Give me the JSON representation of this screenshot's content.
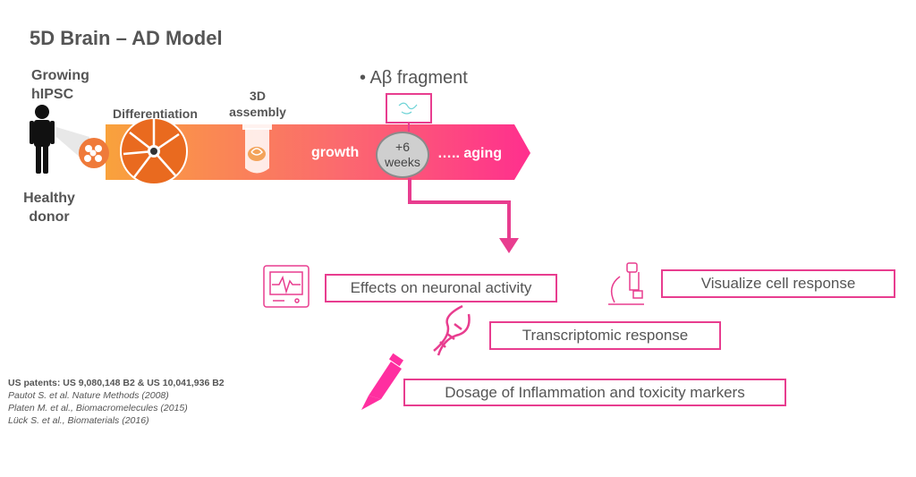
{
  "title": "5D Brain – AD Model",
  "left_labels": {
    "growing_line1": "Growing",
    "growing_line2": "hIPSC",
    "donor_line1": "Healthy",
    "donor_line2": "donor"
  },
  "timeline": {
    "differentiation": "Differentiation",
    "assembly_line1": "3D",
    "assembly_line2": "assembly",
    "growth": "growth",
    "weeks_line1": "+6",
    "weeks_line2": "weeks",
    "aging": "….. aging",
    "abeta": "•  Aβ fragment"
  },
  "readouts": {
    "neuronal": "Effects on neuronal activity",
    "visualize": "Visualize cell response",
    "transcriptomic": "Transcriptomic response",
    "dosage": "Dosage of Inflammation and toxicity markers"
  },
  "references": {
    "patents": "US patents: US 9,080,148 B2 & US 10,041,936 B2",
    "ref1": "Pautot S. et al. Nature Methods (2008)",
    "ref2": "Platen M. et al., Biomacromelecules (2015)",
    "ref3": "Lück S. et al., Biomaterials (2016)"
  },
  "colors": {
    "accent": "#e83d8f",
    "arrow_start": "#f79a3a",
    "arrow_end": "#ff2f8e",
    "text": "#555555"
  }
}
